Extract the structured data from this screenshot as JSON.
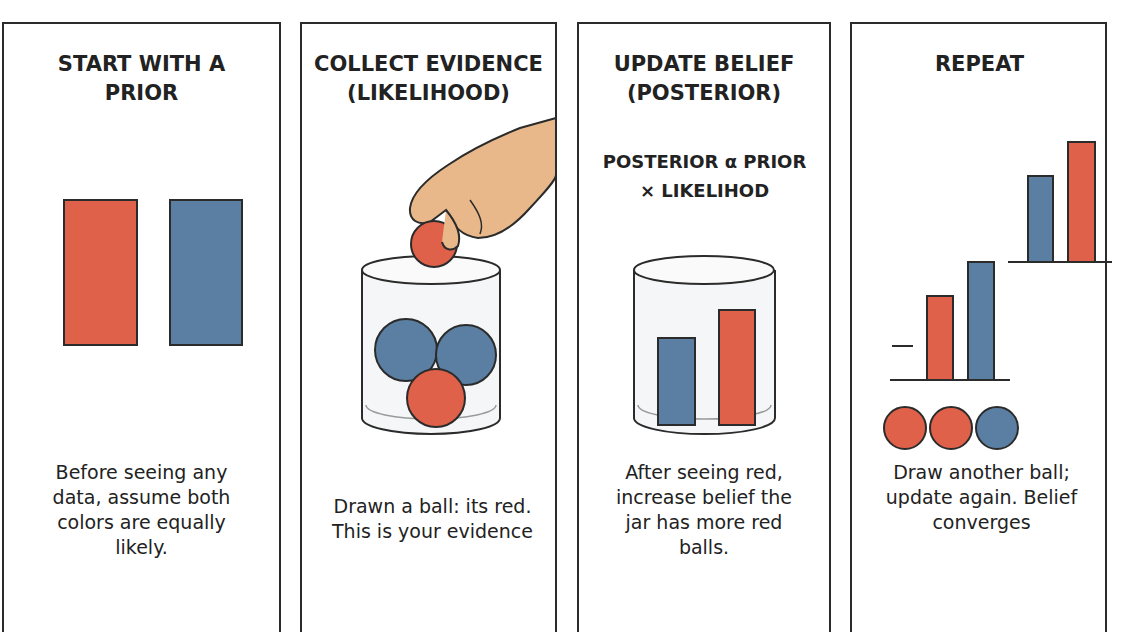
{
  "diagram": {
    "nodes": [
      {
        "text": [
          "START WITH A PRIOR",
          "Before seeing any data, assume both colors are equally likely."
        ]
      },
      {
        "text": [
          "COLLECT EVIDENCE (LIKELIHOOD)",
          "Drawn a ball: its red. This is your evidence"
        ]
      },
      {
        "text": [
          "UPDATE BELIEF (POSTERIOR)",
          "POSTERIOR α PRIOR × LIKELIHOD",
          "After seeing red, increase belief the jar has more red balls."
        ]
      },
      {
        "text": [
          "REPEAT",
          "Draw another ball; update again. Belief converges"
        ]
      }
    ]
  }
}
